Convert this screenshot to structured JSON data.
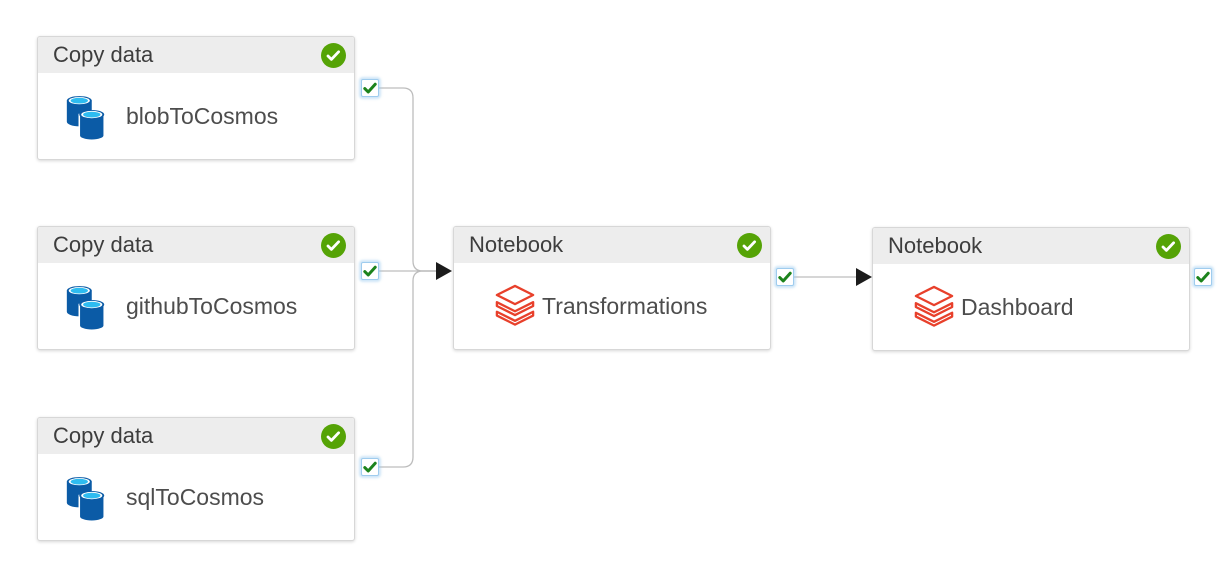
{
  "pipeline": {
    "nodes": [
      {
        "type_label": "Copy data",
        "name": "blobToCosmos",
        "status": "succeeded",
        "icon": "copy-data-icon"
      },
      {
        "type_label": "Copy data",
        "name": "githubToCosmos",
        "status": "succeeded",
        "icon": "copy-data-icon"
      },
      {
        "type_label": "Copy data",
        "name": "sqlToCosmos",
        "status": "succeeded",
        "icon": "copy-data-icon"
      },
      {
        "type_label": "Notebook",
        "name": "Transformations",
        "status": "succeeded",
        "icon": "databricks-notebook-icon"
      },
      {
        "type_label": "Notebook",
        "name": "Dashboard",
        "status": "succeeded",
        "icon": "databricks-notebook-icon"
      }
    ],
    "edges": [
      {
        "from": "blobToCosmos",
        "to": "Transformations",
        "condition": "on-success"
      },
      {
        "from": "githubToCosmos",
        "to": "Transformations",
        "condition": "on-success"
      },
      {
        "from": "sqlToCosmos",
        "to": "Transformations",
        "condition": "on-success"
      },
      {
        "from": "Transformations",
        "to": "Dashboard",
        "condition": "on-success"
      }
    ],
    "colors": {
      "status_badge_green": "#55a306",
      "port_check_green": "#1c831c",
      "port_border_blue": "#9fccee",
      "copy_icon_body_blue": "#0b5ba6",
      "copy_icon_top_cyan": "#2ebcf0",
      "databricks_red": "#e8402b",
      "header_bg": "#ededed",
      "node_border": "#d7d7d7",
      "wire_gray": "#bdbdbd",
      "arrow_black": "#1c1c1c"
    }
  }
}
